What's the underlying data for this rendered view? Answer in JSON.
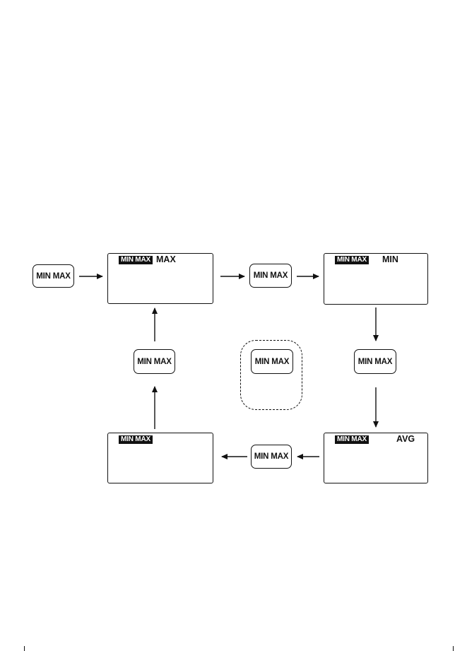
{
  "button_label": "MIN MAX",
  "screens": [
    {
      "id": "max",
      "badge": "MIN MAX",
      "mode": "MAX"
    },
    {
      "id": "min",
      "badge": "MIN MAX",
      "mode": "MIN"
    },
    {
      "id": "avg",
      "badge": "MIN MAX",
      "mode": "AVG"
    },
    {
      "id": "blank",
      "badge": "MIN MAX",
      "mode": ""
    }
  ],
  "colors": {
    "ink": "#111111",
    "background": "#ffffff"
  }
}
